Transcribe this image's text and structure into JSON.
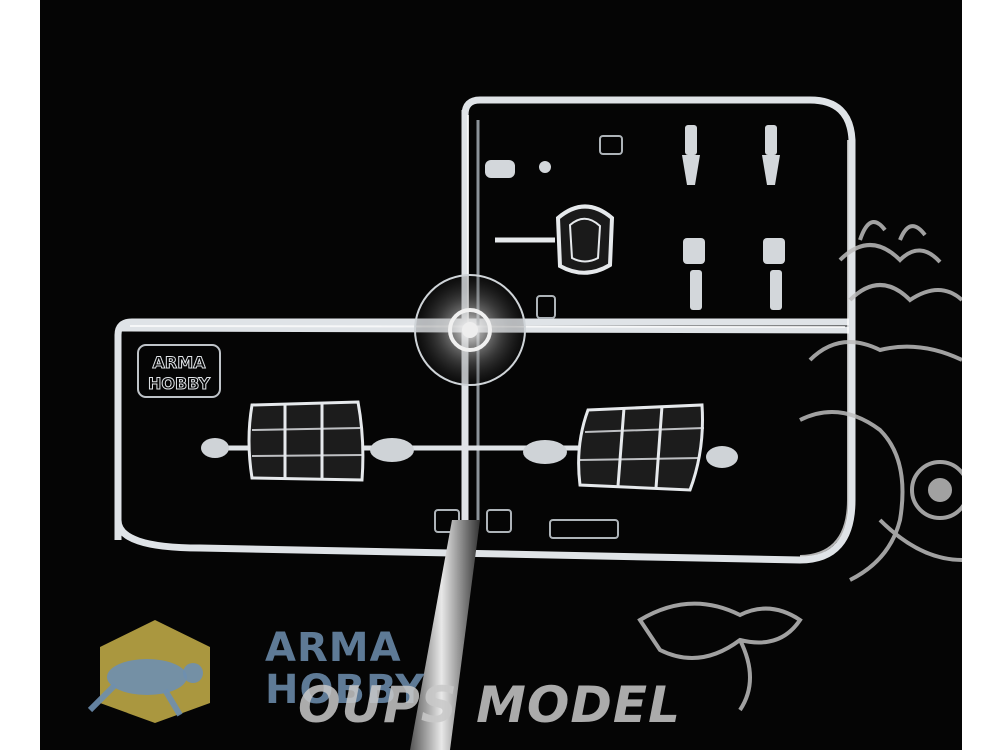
{
  "photo": {
    "subject": "clear-plastic-sprue",
    "background_color": "#050505",
    "plastic_color": "#d8dde2"
  },
  "sprue": {
    "embossed_logo_line1": "ARMA",
    "embossed_logo_line2": "HOBBY"
  },
  "brand_watermark": {
    "line1": "ARMA",
    "line2": "HOBBY",
    "color": "#6e8fb0",
    "badge_color": "#c8b24a"
  },
  "shop_watermark": {
    "text": "OUPS MODEL",
    "color": "#c9c9c9"
  }
}
